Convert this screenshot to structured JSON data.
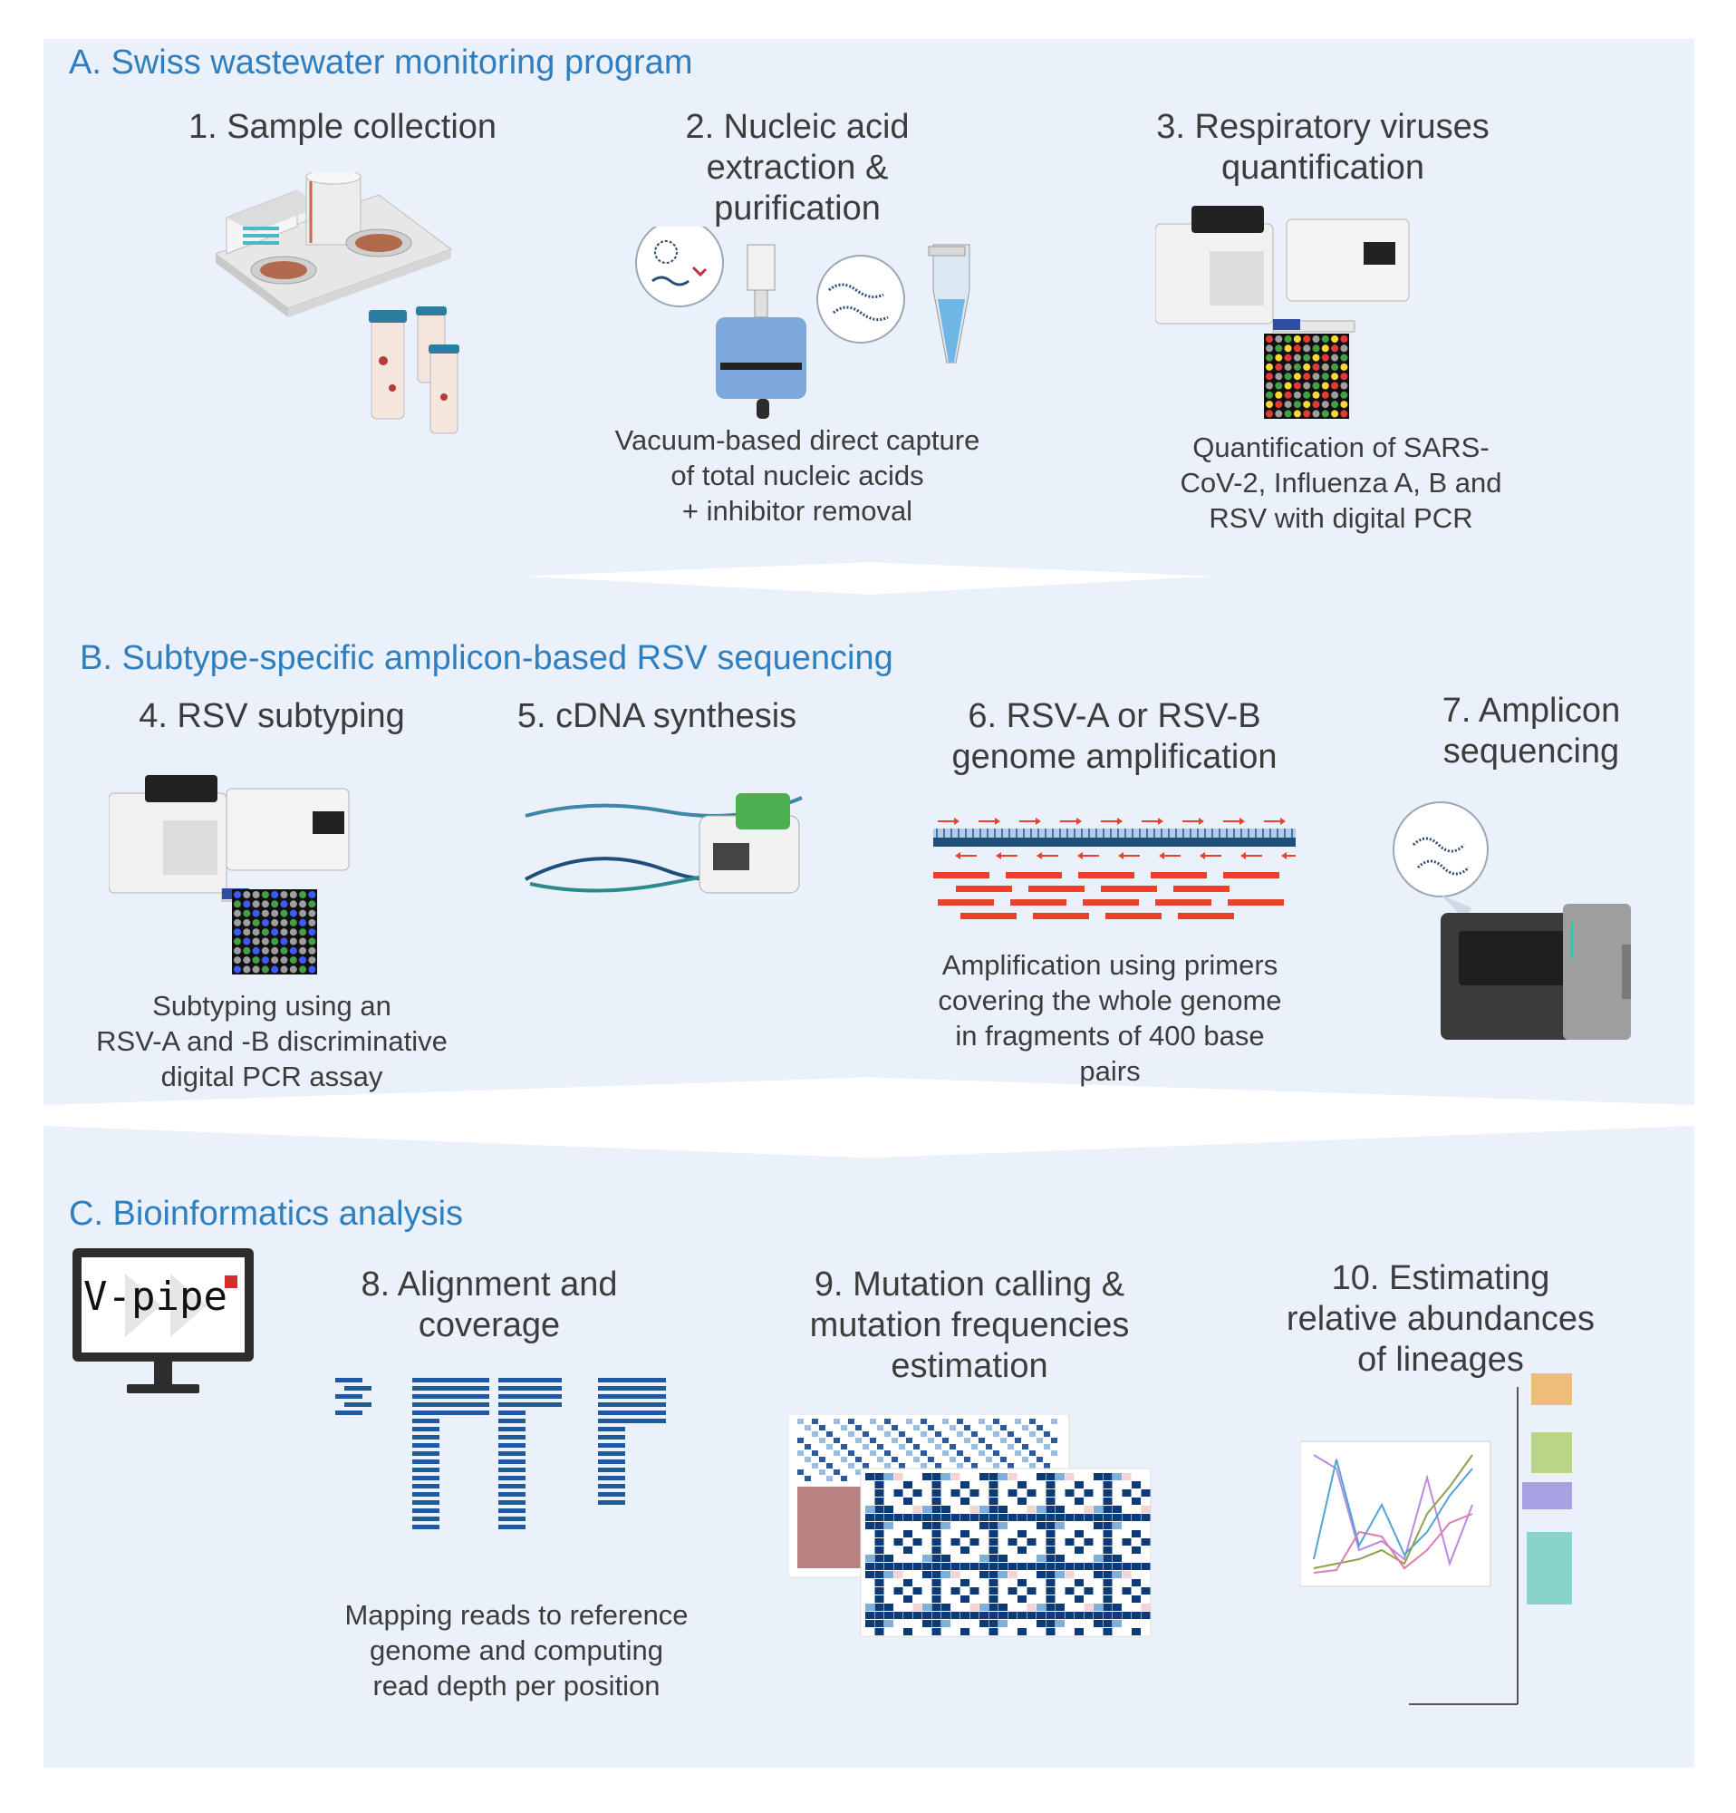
{
  "sectionA": {
    "title": "A. Swiss wastewater monitoring program",
    "step1": {
      "title": "1.  Sample collection"
    },
    "step2": {
      "title_lines": [
        "2. Nucleic acid",
        "extraction &",
        "purification"
      ],
      "desc_lines": [
        "Vacuum-based direct capture",
        "of total nucleic acids",
        "+ inhibitor removal"
      ]
    },
    "step3": {
      "title_lines": [
        "3. Respiratory viruses",
        "quantification"
      ],
      "desc_lines": [
        "Quantification of SARS-",
        "CoV-2, Influenza A, B and",
        "RSV with digital PCR"
      ]
    }
  },
  "sectionB": {
    "title": "B. Subtype-specific amplicon-based RSV sequencing",
    "step4": {
      "title": "4. RSV subtyping",
      "desc_lines": [
        "Subtyping using an",
        "RSV-A and -B discriminative",
        "digital PCR assay"
      ]
    },
    "step5": {
      "title": "5. cDNA synthesis"
    },
    "step6": {
      "title_lines": [
        "6. RSV-A or RSV-B",
        "genome amplification"
      ],
      "desc_lines": [
        "Amplification using primers",
        "covering the whole genome",
        "in fragments of 400 base",
        "pairs"
      ]
    },
    "step7": {
      "title_lines": [
        "7. Amplicon",
        "sequencing"
      ]
    }
  },
  "sectionC": {
    "title": "C. Bioinformatics analysis",
    "vpipe_logo": "V-pipe",
    "step8": {
      "title_lines": [
        "8. Alignment and",
        "coverage"
      ],
      "desc_lines": [
        "Mapping reads to reference",
        "genome and computing",
        "read depth per position"
      ]
    },
    "step9": {
      "title_lines": [
        "9. Mutation calling &",
        "mutation frequencies",
        "estimation"
      ]
    },
    "step10": {
      "title_lines": [
        "10. Estimating",
        "relative abundances",
        "of lineages"
      ]
    }
  },
  "colors": {
    "panel_bg": "#eaf1fa",
    "section_title": "#2f7fc0",
    "primer_red": "#e8412c",
    "dna_navy": "#1f4e79",
    "read_blue": "#1f5a9e"
  },
  "icons": [
    "treatment-plant-icon",
    "sample-tube-icon",
    "extraction-column-icon",
    "microtube-icon",
    "digital-pcr-machine-icon",
    "thermocycler-icon",
    "sequencer-icon",
    "monitor-icon"
  ]
}
